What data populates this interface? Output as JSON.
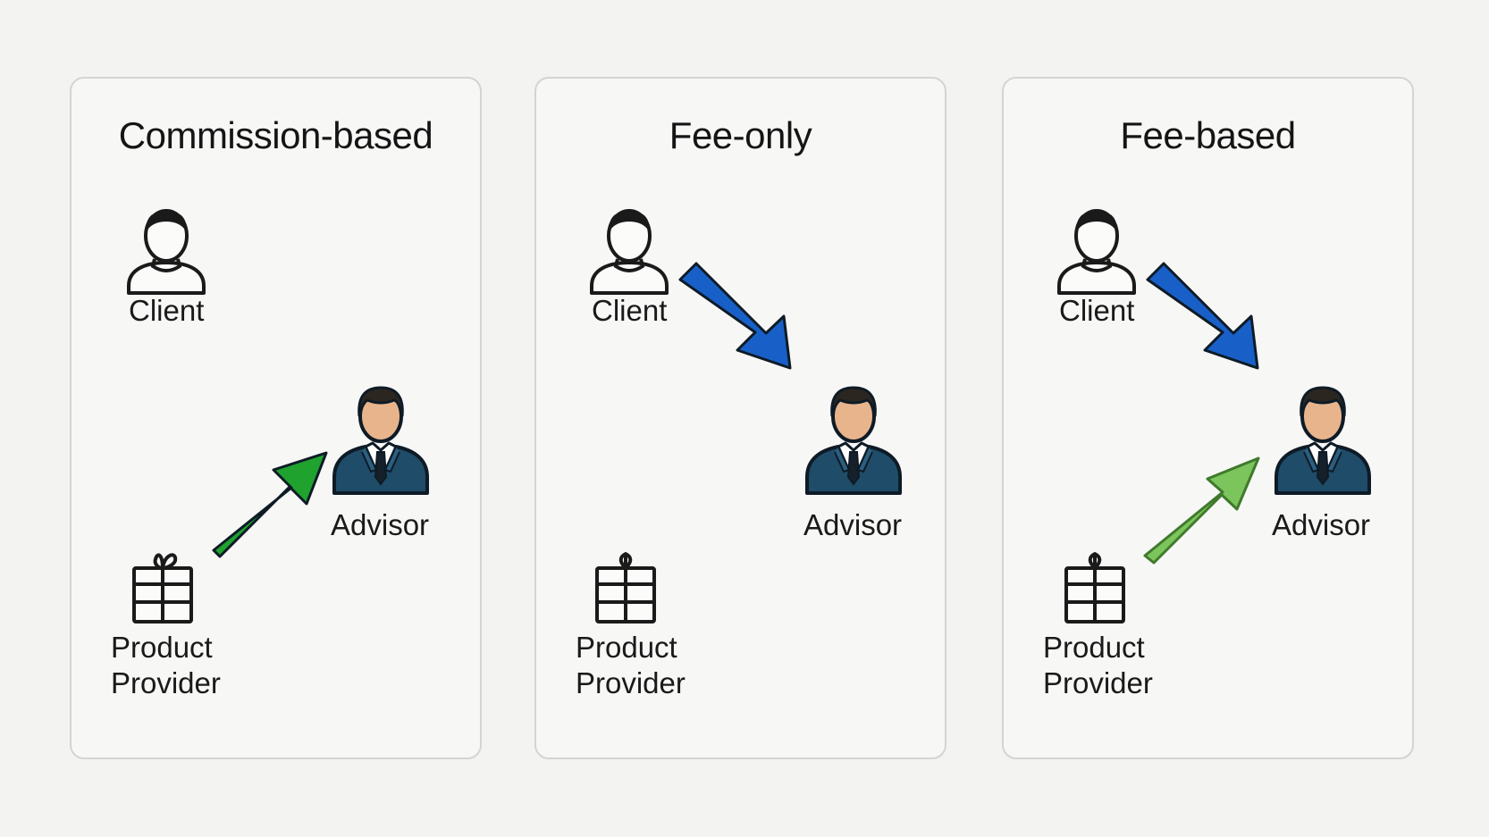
{
  "colors": {
    "background": "#f3f3f2",
    "commission_arrow": "#1fa22e",
    "fee_arrow": "#1860c8",
    "fee_based_provider_arrow": "#7cc45c",
    "advisor_suit": "#1f4c68",
    "advisor_skin": "#e8b48c"
  },
  "panels": [
    {
      "title": "Commission-based",
      "client_label": "Client",
      "advisor_label": "Advisor",
      "provider_line1": "Product",
      "provider_line2": "Provider",
      "arrows": [
        "provider-to-advisor"
      ]
    },
    {
      "title": "Fee-only",
      "client_label": "Client",
      "advisor_label": "Advisor",
      "provider_line1": "Product",
      "provider_line2": "Provider",
      "arrows": [
        "client-to-advisor"
      ]
    },
    {
      "title": "Fee-based",
      "client_label": "Client",
      "advisor_label": "Advisor",
      "provider_line1": "Product",
      "provider_line2": "Provider",
      "arrows": [
        "client-to-advisor",
        "provider-to-advisor"
      ]
    }
  ],
  "icons": {
    "client": "person-outline-icon",
    "advisor": "businessman-icon",
    "provider": "gift-box-icon"
  }
}
